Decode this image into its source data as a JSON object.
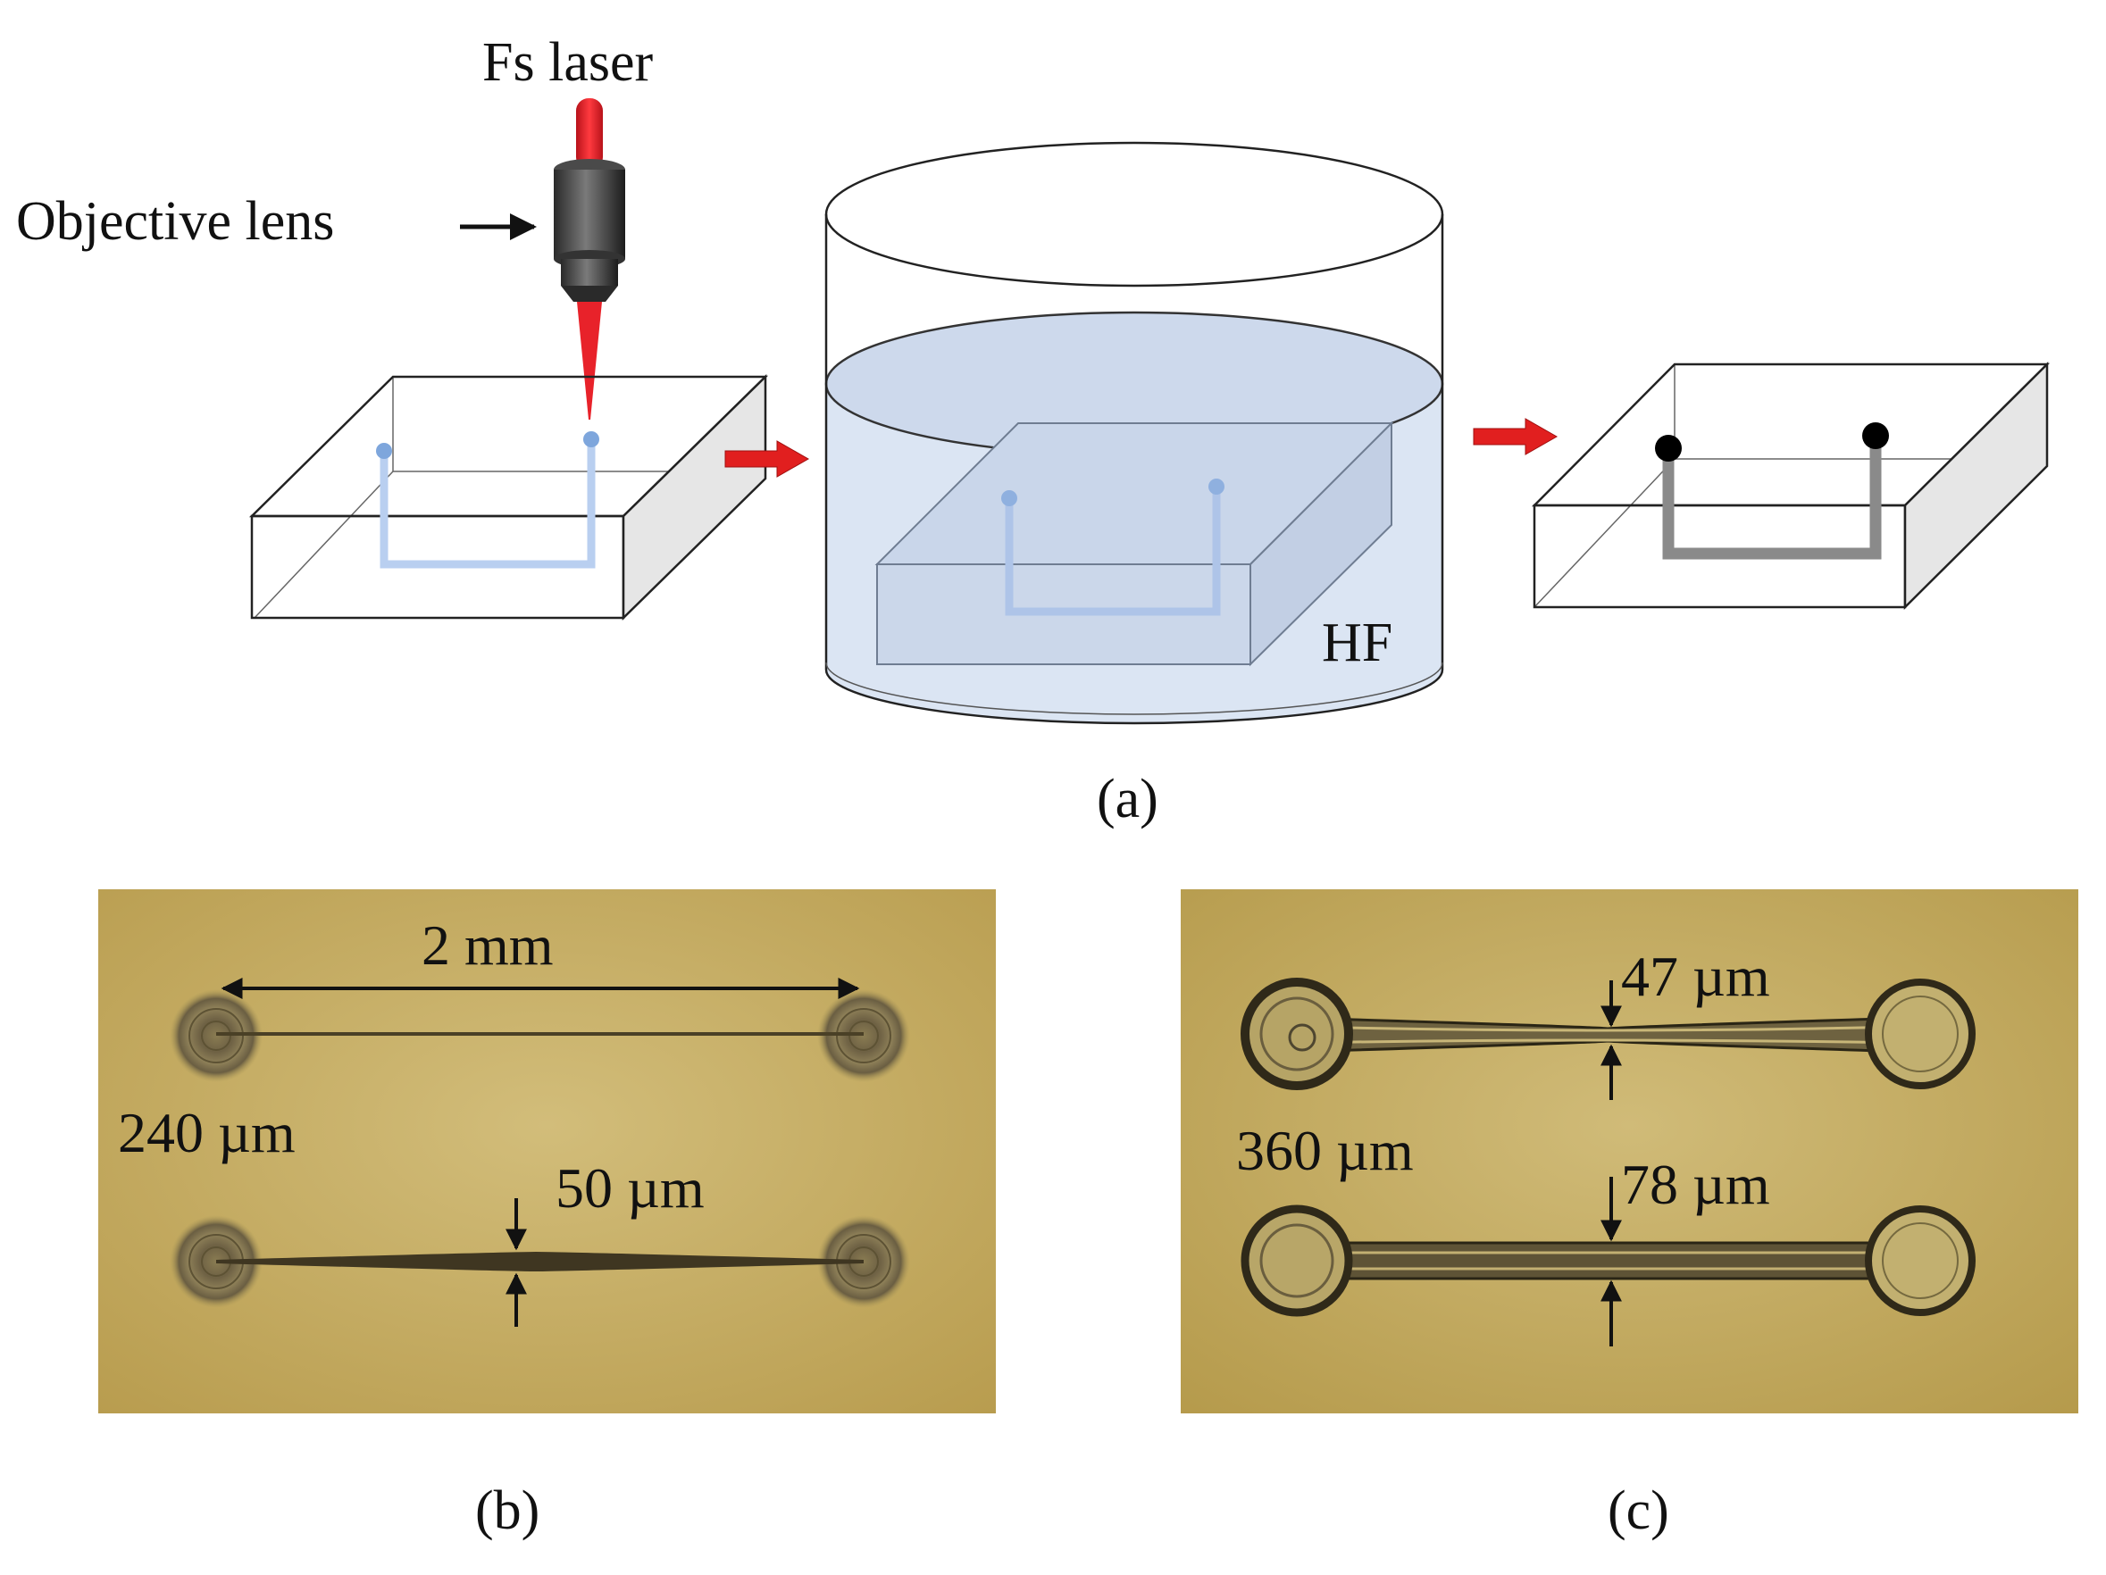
{
  "figure": {
    "panel_a": {
      "laser_label": "Fs laser",
      "lens_label": "Objective lens",
      "etchant_label": "HF",
      "caption": "(a)"
    },
    "panel_b": {
      "length_label": "2 mm",
      "diameter_label": "240 µm",
      "width_label": "50 µm",
      "caption": "(b)"
    },
    "panel_c": {
      "diameter_label": "360 µm",
      "width_top_label": "47 µm",
      "width_bottom_label": "78 µm",
      "caption": "(c)"
    }
  },
  "colors": {
    "laser": "#e8222a",
    "arrow": "#e11f1f",
    "channel_light": "#b9cff0",
    "channel_dark": "#8a8a8a",
    "hf_liquid": "#dbe5f3",
    "micrograph_bg": "#c7b06a",
    "micrograph_bg_dark": "#b59a4c"
  }
}
